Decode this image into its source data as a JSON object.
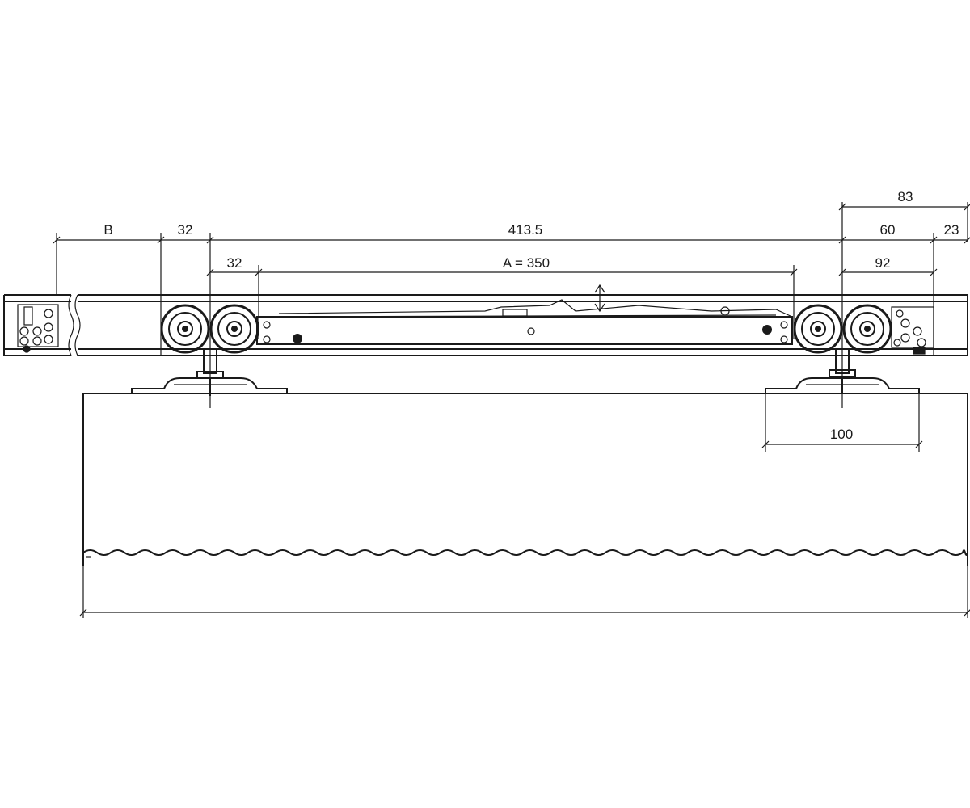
{
  "dimensions": {
    "b": "B",
    "left_32_top": "32",
    "overall_413": "413.5",
    "left_32_lower": "32",
    "a_350": "A = 350",
    "right_83": "83",
    "right_60": "60",
    "right_23": "23",
    "right_92": "92",
    "bracket_100": "100"
  },
  "colors": {
    "line": "#1a1a1a",
    "background": "#ffffff"
  }
}
